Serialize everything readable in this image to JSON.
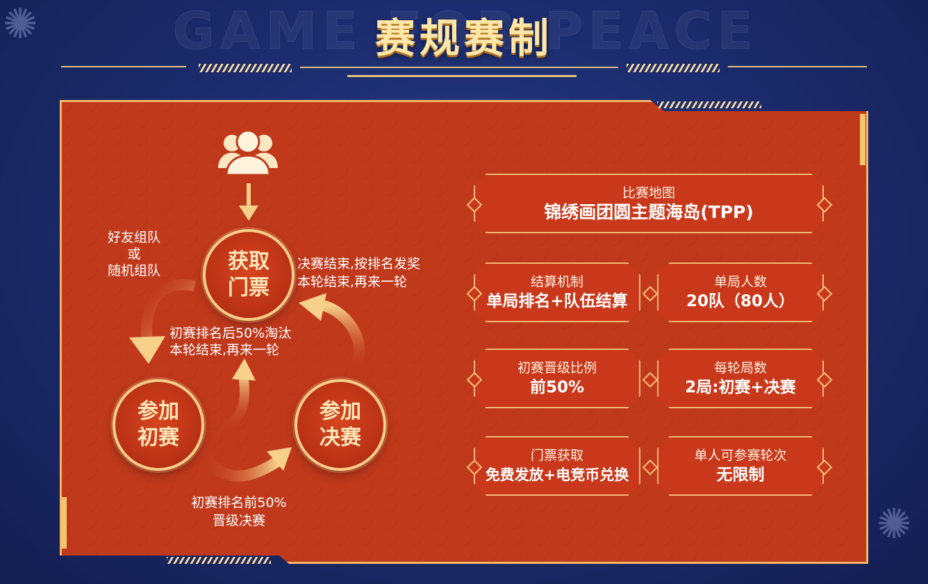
{
  "header": {
    "background_word": "GAME FOR PEACE",
    "title": "赛规赛制"
  },
  "flow": {
    "circles": [
      {
        "name": "get-ticket",
        "text": "获取\n门票"
      },
      {
        "name": "join-preliminary",
        "text": "参加\n初赛"
      },
      {
        "name": "join-final",
        "text": "参加\n决赛"
      }
    ],
    "notes": {
      "team_up": "好友组队\n或\n随机组队",
      "final_end_line1": "决赛结束,按排名发奖",
      "final_end_line2": "本轮结束,再来一轮",
      "prelim_elim_line1": "初赛排名后50%淘汰",
      "prelim_elim_line2": "本轮结束,再来一轮",
      "prelim_promote_line1": "初赛排名前50%",
      "prelim_promote_line2": "晋级决赛"
    },
    "icons": [
      "users-icon",
      "arrow-down-icon"
    ]
  },
  "cards": [
    {
      "label": "比赛地图",
      "value": "锦绣画团圆主题海岛(TPP)"
    },
    {
      "label": "结算机制",
      "value": "单局排名+队伍结算"
    },
    {
      "label": "单局人数",
      "value": "20队（80人）"
    },
    {
      "label": "初赛晋级比例",
      "value": "前50%"
    },
    {
      "label": "每轮局数",
      "value": "2局:初赛+决赛"
    },
    {
      "label": "门票获取",
      "value": "免费发放+电竞币兑换"
    },
    {
      "label": "单人可参赛轮次",
      "value": "无限制"
    }
  ],
  "colors": {
    "panel": "#c0391b",
    "gold": "#f6c36f",
    "background": "#1c2c6e"
  }
}
